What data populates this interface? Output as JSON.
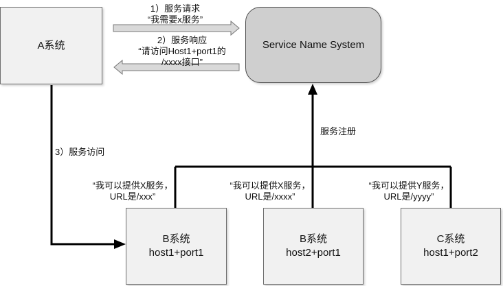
{
  "system_a": {
    "label": "A系统"
  },
  "sns": {
    "label": "Service Name System"
  },
  "request": {
    "line1": "1）服务请求",
    "line2": "“我需要x服务”"
  },
  "response": {
    "line1": "2）服务响应",
    "line2": "“请访问Host1+port1的",
    "line3": "/xxxx接口”"
  },
  "register": {
    "label": "服务注册"
  },
  "access": {
    "label": "3）服务访问"
  },
  "providers": [
    {
      "name": "B系统",
      "addr": "host1+port1",
      "say1": "“我可以提供X服务，",
      "say2": "URL是/xxx”"
    },
    {
      "name": "B系统",
      "addr": "host2+port1",
      "say1": "“我可以提供X服务，",
      "say2": "URL是/xxxx”"
    },
    {
      "name": "C系统",
      "addr": "host1+port2",
      "say1": "“我可以提供Y服务，",
      "say2": "URL是/yyyy”"
    }
  ]
}
